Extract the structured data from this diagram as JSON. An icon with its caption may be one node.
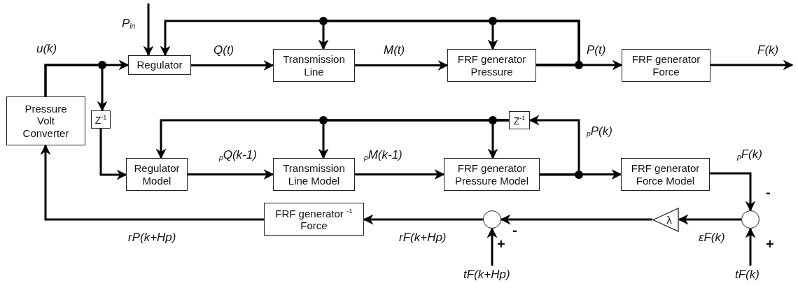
{
  "diagram": {
    "nodes": [
      {
        "text": [
          "Pressure Volt Converter"
        ]
      },
      {
        "text": [
          "Regulator"
        ]
      },
      {
        "text": [
          "Transmission Line"
        ]
      },
      {
        "text": [
          "FRF generator Pressure"
        ]
      },
      {
        "text": [
          "FRF generator Force"
        ]
      },
      {
        "text": [
          "Z$^{-1}$"
        ]
      },
      {
        "text": [
          "Regulator Model"
        ]
      },
      {
        "text": [
          "Transmission Line Model"
        ]
      },
      {
        "text": [
          "FRF generator Pressure Model"
        ]
      },
      {
        "text": [
          "FRF generator Force Model"
        ]
      },
      {
        "text": [
          "Z$^{-1}$"
        ]
      },
      {
        "text": [
          "FRF generator $^{-1}$ Force"
        ]
      },
      {
        "text": [],
        "shape": "circle",
        "beside": [
          "-",
          "+"
        ]
      },
      {
        "text": [
          "λ"
        ]
      },
      {
        "text": [],
        "shape": "circle",
        "beside": [
          "-",
          "+"
        ]
      }
    ],
    "edges": [
      {
        "from": 0,
        "to": 1,
        "arrow": "to",
        "label": "u(k)"
      },
      {
        "from": 0,
        "to": 5,
        "arrow": "to"
      },
      {
        "from": 5,
        "to": 6,
        "arrow": "to"
      },
      {
        "from": null,
        "to": 1,
        "arrow": "to",
        "label": "P$_{in}$"
      },
      {
        "from": 1,
        "to": 2,
        "arrow": "to",
        "label": "Q(t)"
      },
      {
        "from": 2,
        "to": 3,
        "arrow": "to",
        "label": "M(t)"
      },
      {
        "from": 3,
        "to": 4,
        "arrow": "to",
        "label": "P(t)"
      },
      {
        "from": 3,
        "to": 1,
        "arrow": "to"
      },
      {
        "from": 3,
        "to": 2,
        "arrow": "to"
      },
      {
        "from": 3,
        "to": 3,
        "arrow": "to"
      },
      {
        "from": 4,
        "to": null,
        "arrow": "to",
        "label": "F(k)"
      },
      {
        "from": 6,
        "to": 7,
        "arrow": "to",
        "label": "$_{p}$Q(k-1)"
      },
      {
        "from": 7,
        "to": 8,
        "arrow": "to",
        "label": "$_{p}$M(k-1)"
      },
      {
        "from": 8,
        "to": 9,
        "arrow": "to"
      },
      {
        "from": 8,
        "to": 10,
        "arrow": "to",
        "label": "$_{p}$P(k)"
      },
      {
        "from": 10,
        "to": 6,
        "arrow": "to"
      },
      {
        "from": 10,
        "to": 7,
        "arrow": "to"
      },
      {
        "from": 10,
        "to": 8,
        "arrow": "to"
      },
      {
        "from": 9,
        "to": 14,
        "arrow": "to",
        "label": "$_{p}$F(k)"
      },
      {
        "from": null,
        "to": 14,
        "arrow": "to",
        "label": "tF(k)"
      },
      {
        "from": 14,
        "to": 13,
        "arrow": "to",
        "label": "εF(k)"
      },
      {
        "from": 13,
        "to": 12,
        "arrow": "to"
      },
      {
        "from": null,
        "to": 12,
        "arrow": "to",
        "label": "tF(k+Hp)"
      },
      {
        "from": 12,
        "to": 11,
        "arrow": "to",
        "label": "rF(k+Hp)"
      },
      {
        "from": 11,
        "to": 0,
        "arrow": "to",
        "label": "rP(k+Hp)"
      }
    ]
  }
}
